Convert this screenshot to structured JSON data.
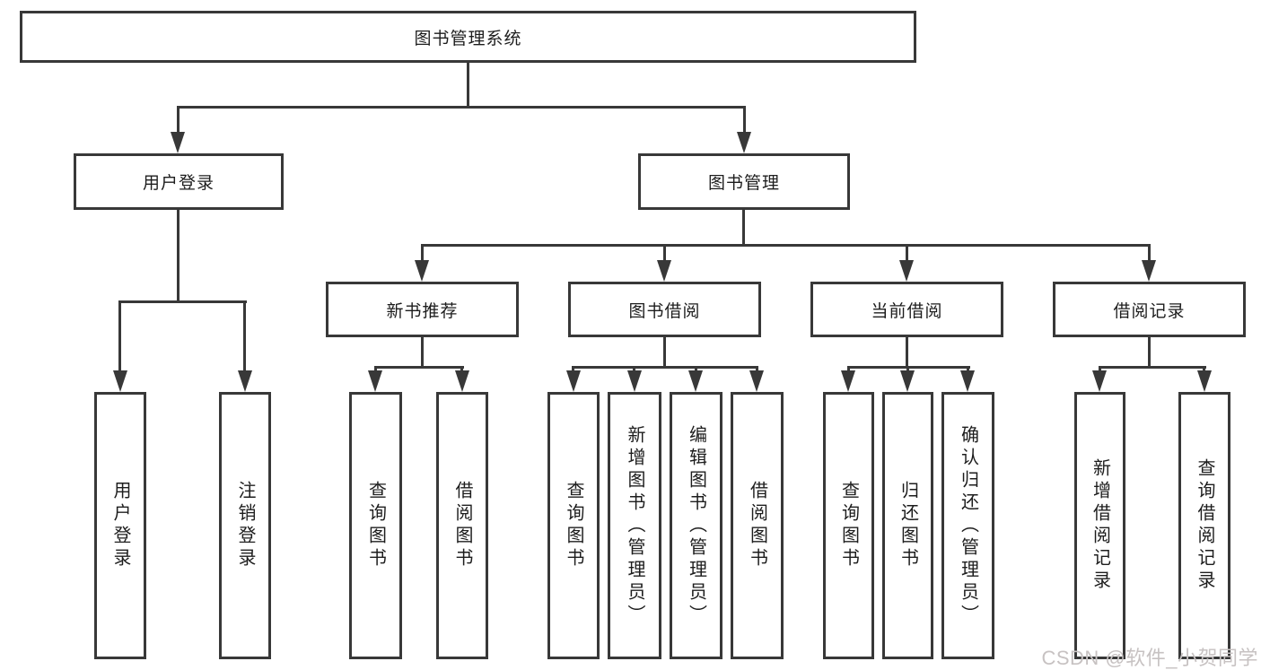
{
  "diagram": {
    "type": "tree",
    "root": {
      "label": "图书管理系统"
    },
    "userLogin": {
      "label": "用户登录",
      "children": [
        {
          "label": "用户登录"
        },
        {
          "label": "注销登录"
        }
      ]
    },
    "bookMgmt": {
      "label": "图书管理",
      "children": [
        {
          "label": "新书推荐",
          "children": [
            {
              "label": "查询图书"
            },
            {
              "label": "借阅图书"
            }
          ]
        },
        {
          "label": "图书借阅",
          "children": [
            {
              "label": "查询图书"
            },
            {
              "label": "新增图书（管理员）"
            },
            {
              "label": "编辑图书（管理员）"
            },
            {
              "label": "借阅图书"
            }
          ]
        },
        {
          "label": "当前借阅",
          "children": [
            {
              "label": "查询图书"
            },
            {
              "label": "归还图书"
            },
            {
              "label": "确认归还（管理员）"
            }
          ]
        },
        {
          "label": "借阅记录",
          "children": [
            {
              "label": "新增借阅记录"
            },
            {
              "label": "查询借阅记录"
            }
          ]
        }
      ]
    },
    "colors": {
      "line": "#383838",
      "text": "#1d1d1d",
      "box_bg": "#ffffff"
    }
  },
  "watermark": {
    "text": "CSDN @软件_小贺同学",
    "color": "#c7c2c2"
  }
}
